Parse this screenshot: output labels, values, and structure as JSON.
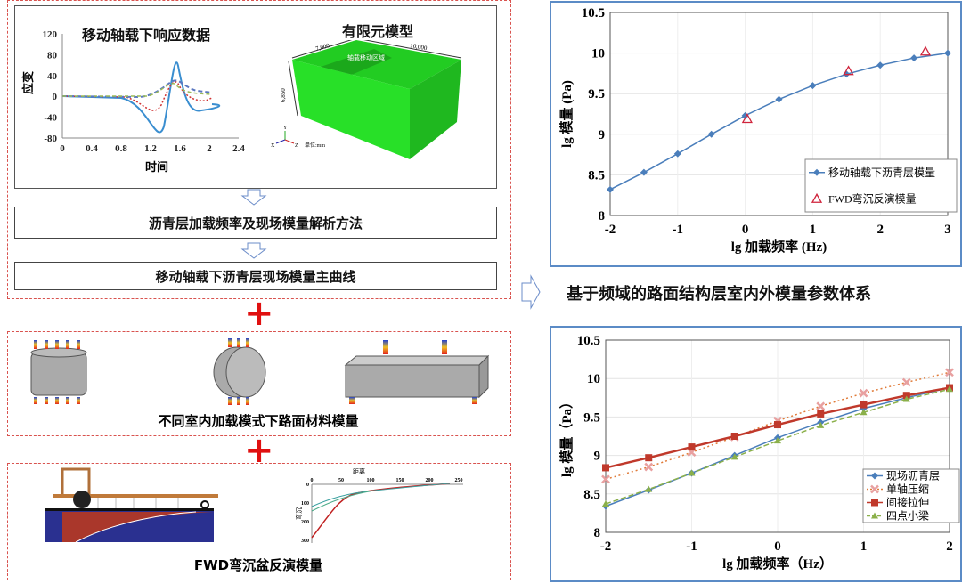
{
  "top_panel": {
    "strain_chart_title": "移动轴载下响应数据",
    "strain_ylabel": "应变",
    "strain_xlabel": "时间",
    "strain_yticks": [
      "120",
      "80",
      "40",
      "0",
      "-40",
      "-80"
    ],
    "strain_xticks": [
      "0",
      "0.4",
      "0.8",
      "1.2",
      "1.6",
      "2",
      "2.4"
    ],
    "fe_title": "有限元模型",
    "fe_dim_width": "7,000",
    "fe_dim_length": "10,000",
    "fe_dim_height": "6,850",
    "fe_load_zone": "轴载移动区域",
    "fe_unit": "单位:mm",
    "axis_x": "X",
    "axis_y": "Y",
    "axis_z": "Z",
    "step1": "沥青层加载频率及现场模量解析方法",
    "step2": "移动轴载下沥青层现场模量主曲线"
  },
  "middle_panel": {
    "caption": "不同室内加载模式下路面材料模量"
  },
  "bottom_panel": {
    "caption": "FWD弯沉盆反演模量",
    "deflection_xlabel": "距离",
    "deflection_ylabel": "弯沉",
    "deflection_xticks": [
      "0",
      "50",
      "100",
      "150",
      "200",
      "250"
    ],
    "deflection_yticks": [
      "0",
      "100",
      "200",
      "300"
    ]
  },
  "center_title": "基于频域的路面结构层室内外模量参数体系",
  "colors": {
    "accent_red": "#e01010",
    "frame_blue": "#5b8bc6",
    "fe_green": "#22dd22"
  },
  "chart_data": [
    {
      "type": "line",
      "xlabel": "lg  加载频率 (Hz)",
      "ylabel": "lg 模量 (Pa)",
      "xlim": [
        -2,
        3
      ],
      "ylim": [
        8,
        10.5
      ],
      "xticks": [
        "-2",
        "-1",
        "0",
        "1",
        "2",
        "3"
      ],
      "yticks": [
        "8",
        "8.5",
        "9",
        "9.5",
        "10",
        "10.5"
      ],
      "legend": "bottom-right",
      "series": [
        {
          "name": "移动轴载下沥青层模量",
          "color": "#4a7ebb",
          "marker": "diamond",
          "line": "solid",
          "x": [
            -2,
            -1.5,
            -1,
            -0.5,
            0,
            0.5,
            1,
            1.5,
            2,
            2.5,
            3
          ],
          "y": [
            8.32,
            8.53,
            8.76,
            9.0,
            9.23,
            9.43,
            9.6,
            9.74,
            9.85,
            9.94,
            10.0
          ]
        },
        {
          "name": "FWD弯沉反演模量",
          "color": "#d0243c",
          "marker": "triangle-open",
          "line": "none",
          "x": [
            0.03,
            1.53,
            2.67
          ],
          "y": [
            9.19,
            9.78,
            10.02
          ]
        }
      ]
    },
    {
      "type": "line",
      "xlabel": "lg 加载频率（Hz）",
      "ylabel": "lg 模量（Pa）",
      "xlim": [
        -2,
        2
      ],
      "ylim": [
        8,
        10.5
      ],
      "xticks": [
        "-2",
        "-1",
        "0",
        "1",
        "2"
      ],
      "yticks": [
        "8",
        "8.5",
        "9",
        "9.5",
        "10",
        "10.5"
      ],
      "legend": "bottom-right",
      "series": [
        {
          "name": "现场沥青层",
          "color": "#4a7ebb",
          "marker": "diamond",
          "line": "solid",
          "x": [
            -2,
            -1.5,
            -1,
            -0.5,
            0,
            0.5,
            1,
            1.5,
            2
          ],
          "y": [
            8.34,
            8.55,
            8.77,
            9.0,
            9.23,
            9.43,
            9.61,
            9.75,
            9.88
          ]
        },
        {
          "name": "单轴压缩",
          "color": "#e8a0a0",
          "marker": "x",
          "line": "dotted",
          "linecolor": "#e07b39",
          "x": [
            -2,
            -1.5,
            -1,
            -0.5,
            0,
            0.5,
            1,
            1.5,
            2
          ],
          "y": [
            8.69,
            8.85,
            9.04,
            9.24,
            9.45,
            9.64,
            9.81,
            9.95,
            10.08
          ]
        },
        {
          "name": "间接拉伸",
          "color": "#c0392b",
          "marker": "square",
          "line": "solid",
          "x": [
            -2,
            -1.5,
            -1,
            -0.5,
            0,
            0.5,
            1,
            1.5,
            2
          ],
          "y": [
            8.84,
            8.97,
            9.11,
            9.25,
            9.4,
            9.54,
            9.66,
            9.78,
            9.88
          ]
        },
        {
          "name": "四点小梁",
          "color": "#8bb04a",
          "marker": "triangle",
          "line": "dashed",
          "x": [
            -2,
            -1.5,
            -1,
            -0.5,
            0,
            0.5,
            1,
            1.5,
            2
          ],
          "y": [
            8.37,
            8.56,
            8.77,
            8.98,
            9.19,
            9.39,
            9.56,
            9.73,
            9.86
          ]
        }
      ]
    }
  ]
}
